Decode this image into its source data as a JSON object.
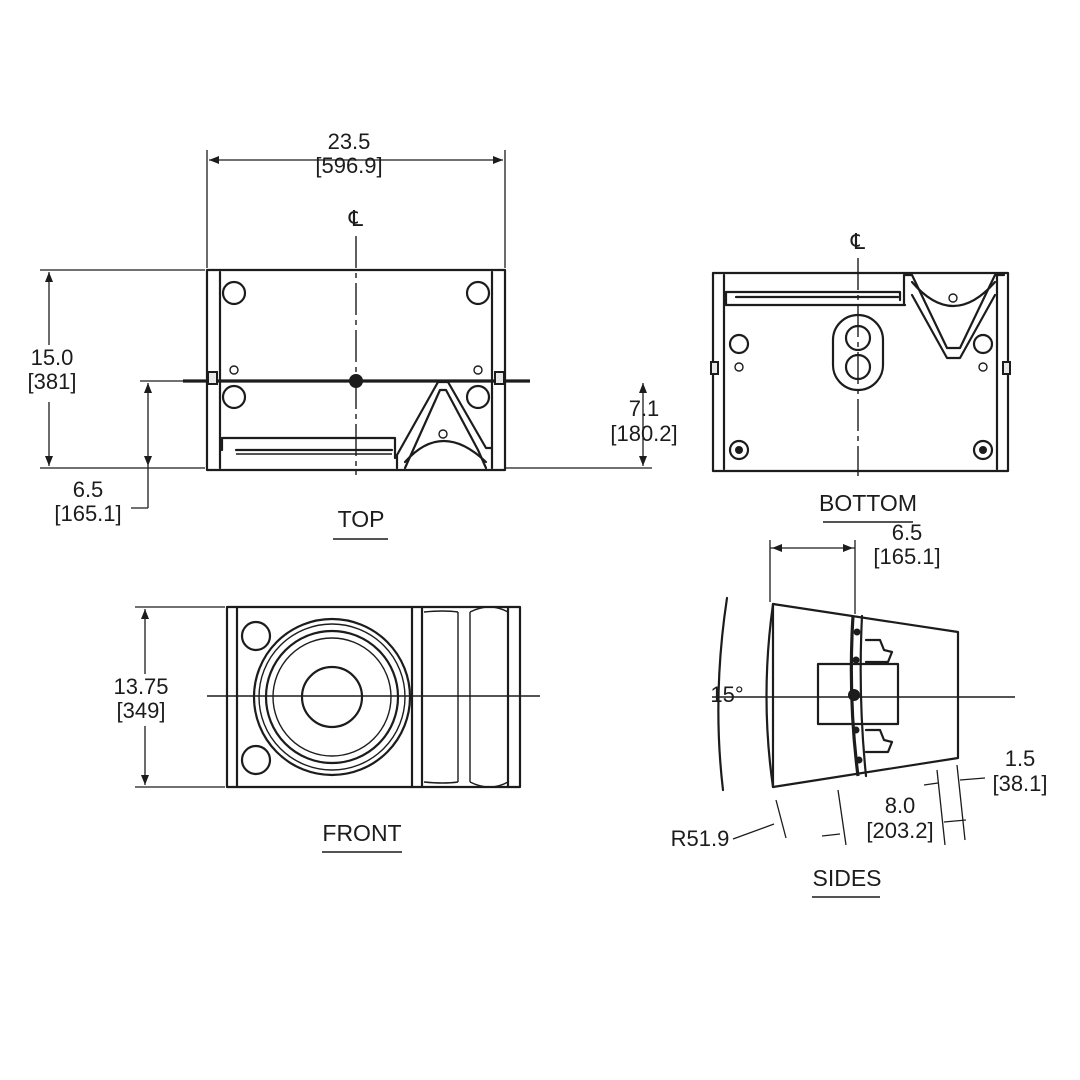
{
  "views": {
    "top": {
      "title": "TOP"
    },
    "bottom": {
      "title": "BOTTOM"
    },
    "front": {
      "title": "FRONT"
    },
    "sides": {
      "title": "SIDES"
    }
  },
  "centerline_symbol": "℄",
  "dimensions": {
    "width": {
      "in": "23.5",
      "mm": "[596.9]"
    },
    "height": {
      "in": "15.0",
      "mm": "[381]"
    },
    "top_lower": {
      "in": "6.5",
      "mm": "[165.1]"
    },
    "top_right": {
      "in": "7.1",
      "mm": "[180.2]"
    },
    "front_height": {
      "in": "13.75",
      "mm": "[349]"
    },
    "side_depth": {
      "in": "6.5",
      "mm": "[165.1]"
    },
    "side_angle": "15°",
    "side_small": {
      "in": "1.5",
      "mm": "[38.1]"
    },
    "side_mid": {
      "in": "8.0",
      "mm": "[203.2]"
    },
    "radius": "R51.9"
  }
}
